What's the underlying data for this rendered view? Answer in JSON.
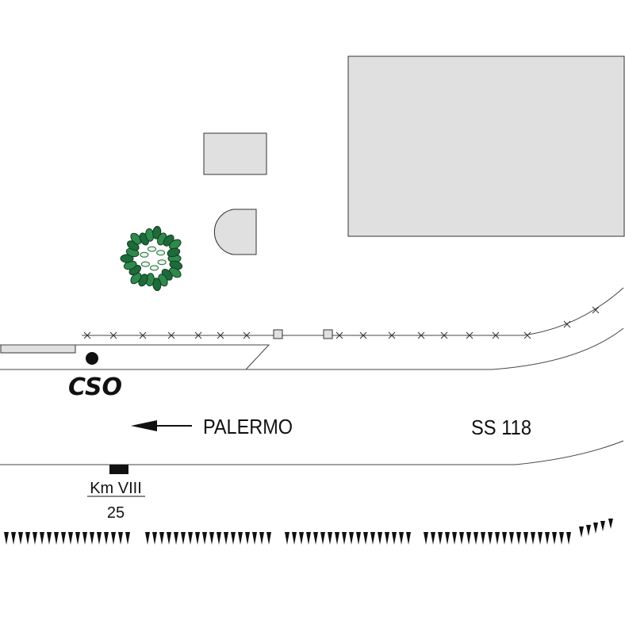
{
  "station": {
    "code": "CSO"
  },
  "direction": {
    "destination": "PALERMO"
  },
  "road": {
    "name": "SS 118"
  },
  "milestone": {
    "km": "Km VIII",
    "number": "25"
  },
  "colors": {
    "building_fill": "#e0e0e0",
    "outline": "#333333",
    "tree_dark": "#1e6b3a",
    "tree_light": "#e8f3ea",
    "ink": "#111111"
  },
  "icons": {
    "tree": "tree-icon",
    "station_marker": "station-dot-icon",
    "direction_arrow": "arrow-left-icon",
    "milestone": "milestone-icon"
  }
}
